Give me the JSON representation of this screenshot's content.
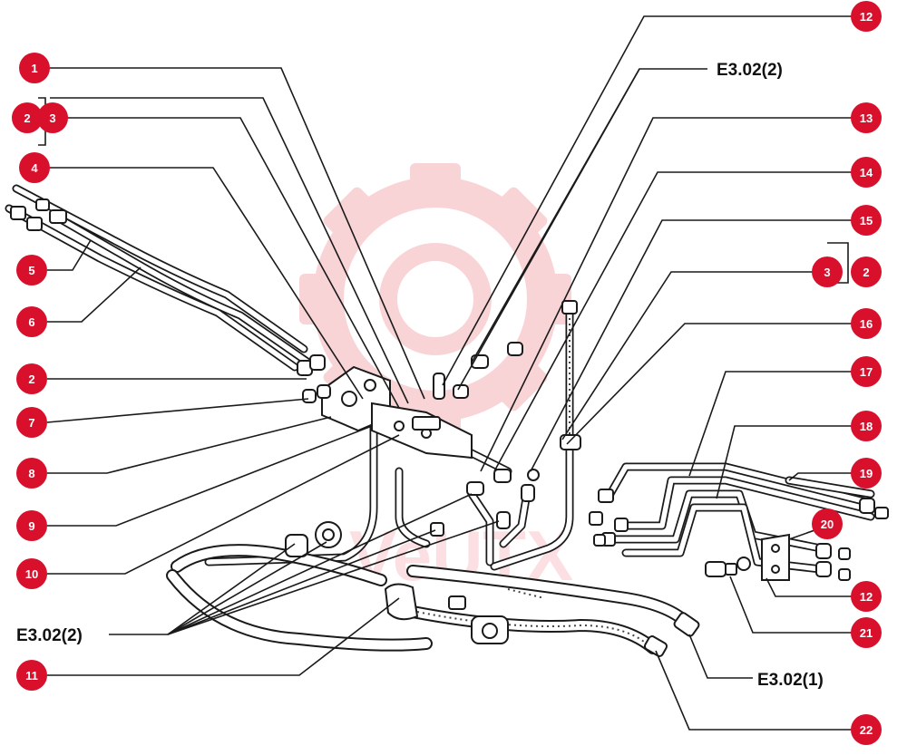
{
  "diagram": {
    "callouts": [
      "1",
      "2",
      "3",
      "4",
      "5",
      "6",
      "2",
      "7",
      "8",
      "9",
      "10",
      "11",
      "12",
      "13",
      "14",
      "15",
      "3",
      "2",
      "16",
      "17",
      "18",
      "19",
      "20",
      "12",
      "21",
      "22"
    ],
    "references": {
      "top_right": "E3.02(2)",
      "bottom_left": "E3.02(2)",
      "bottom_right": "E3.02(1)"
    },
    "watermark": {
      "text": "VeUTX",
      "color": "#e8404f"
    },
    "colors": {
      "badge": "#d8102c",
      "ink": "#1a1a1a"
    }
  }
}
